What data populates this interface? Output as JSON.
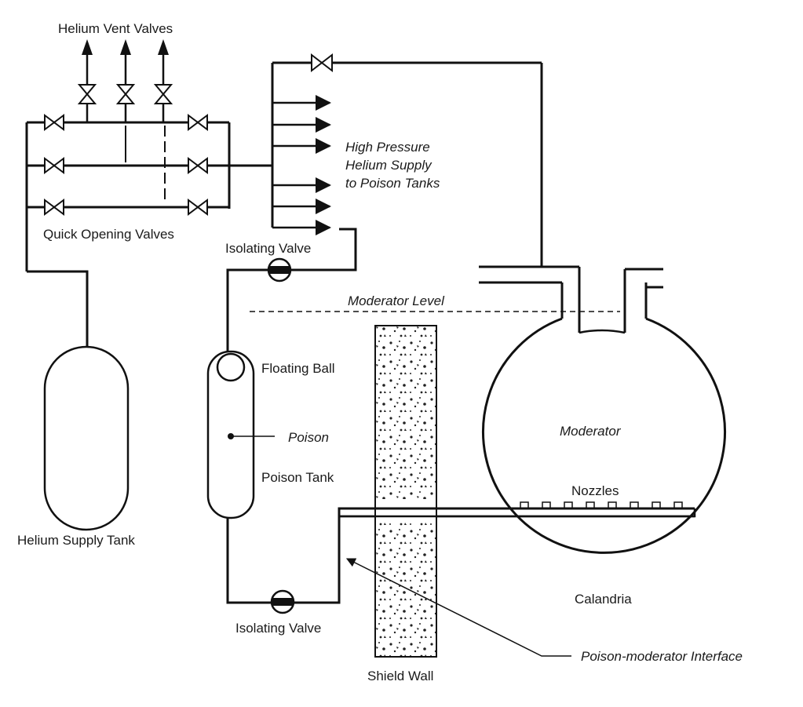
{
  "labels": {
    "helium_vent_valves": "Helium Vent Valves",
    "high_pressure_line1": "High Pressure",
    "high_pressure_line2": "Helium Supply",
    "high_pressure_line3": "to Poison Tanks",
    "quick_opening_valves": "Quick Opening Valves",
    "isolating_valve_top": "Isolating Valve",
    "moderator_level": "Moderator Level",
    "floating_ball": "Floating Ball",
    "poison": "Poison",
    "poison_tank": "Poison Tank",
    "helium_supply_tank": "Helium Supply Tank",
    "moderator": "Moderator",
    "nozzles": "Nozzles",
    "calandria": "Calandria",
    "isolating_valve_bottom": "Isolating Valve",
    "poison_moderator_interface": "Poison-moderator Interface",
    "shield_wall": "Shield Wall"
  }
}
